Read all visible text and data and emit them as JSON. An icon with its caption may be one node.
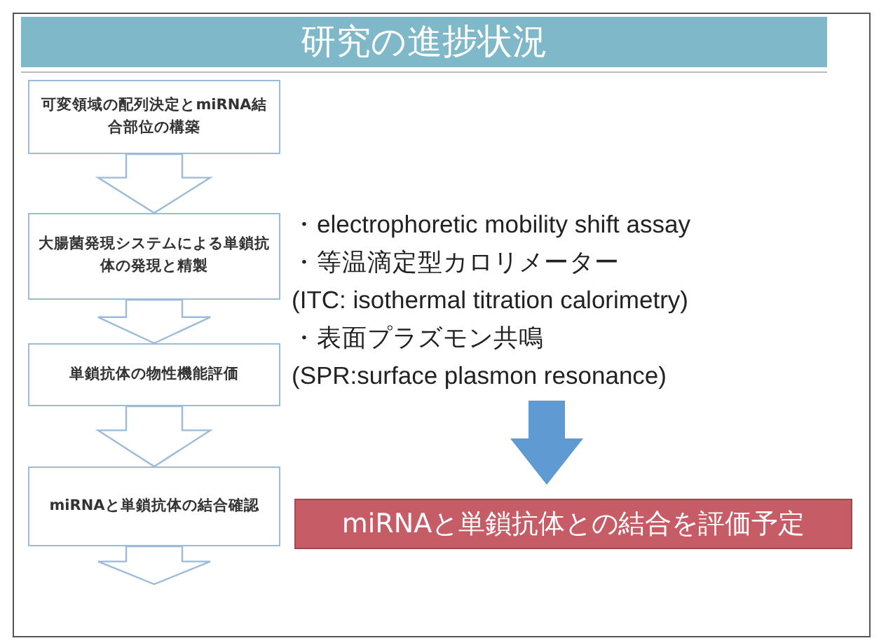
{
  "diagram": {
    "title": "研究の進捗状況",
    "nodes": [
      {
        "text": [
          "可変領域の配列決定とmiRNA結合部位の構築"
        ]
      },
      {
        "text": [
          "大腸菌発現システムによる単鎖抗体の発現と精製"
        ]
      },
      {
        "text": [
          "単鎖抗体の物性機能評価"
        ]
      },
      {
        "text": [
          "miRNAと単鎖抗体の結合確認"
        ]
      },
      {
        "text": [
          "・electrophoretic mobility shift assay",
          "・等温滴定型カロリメーター",
          "(ITC: isothermal titration calorimetry)",
          "・表面プラズモン共鳴",
          "(SPR:surface plasmon resonance)"
        ]
      },
      {
        "text": [
          "miRNAと単鎖抗体との結合を評価予定"
        ]
      }
    ],
    "edges": [
      {
        "from": 0,
        "to": 1,
        "arrow": "to"
      },
      {
        "from": 1,
        "to": 2,
        "arrow": "to"
      },
      {
        "from": 2,
        "to": 3,
        "arrow": "to"
      },
      {
        "from": 3,
        "to": null,
        "arrow": "to"
      },
      {
        "from": 4,
        "to": 5,
        "arrow": "to",
        "style": "thick",
        "color": "#5f9ad2"
      }
    ]
  }
}
